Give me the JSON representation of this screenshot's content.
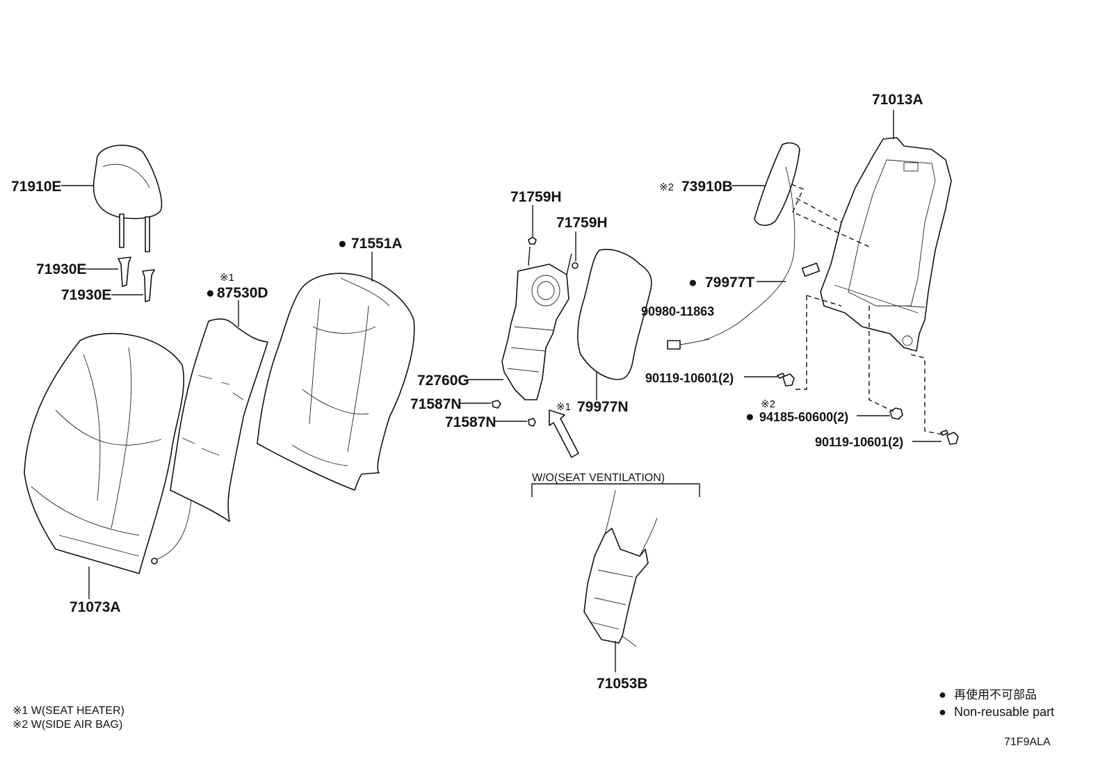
{
  "labels": {
    "headrest": "71910E",
    "headrest_support_a": "71930E",
    "headrest_support_b": "71930E",
    "seat_cover_mark": "●",
    "seat_cover": "71551A",
    "heater_note": "※1",
    "heater_mark": "●",
    "heater": "87530D",
    "seat_pad": "71073A",
    "clip_top_a": "71759H",
    "clip_top_b": "71759H",
    "vent_unit": "72760G",
    "clip_bottom_a": "71587N",
    "clip_bottom_b": "71587N",
    "vent_note": "※1",
    "vent_pad": "79977N",
    "airbag_note": "※2",
    "airbag": "73910B",
    "wire_mark": "●",
    "wire": "79977T",
    "connector": "90980-11863",
    "bolt_a": "90119-10601(2)",
    "nut_note": "※2",
    "nut_mark": "●",
    "nut": "94185-60600(2)",
    "bolt_b": "90119-10601(2)",
    "frame": "71013A",
    "wo_section": "W/O(SEAT VENTILATION)",
    "frame_plate": "71053B"
  },
  "notes": {
    "note1": "※1 W(SEAT HEATER)",
    "note2": "※2 W(SIDE AIR BAG)"
  },
  "legend": {
    "mark": "●",
    "jp": "再使用不可部品",
    "en": "Non-reusable part"
  },
  "diagram_code": "71F9ALA"
}
